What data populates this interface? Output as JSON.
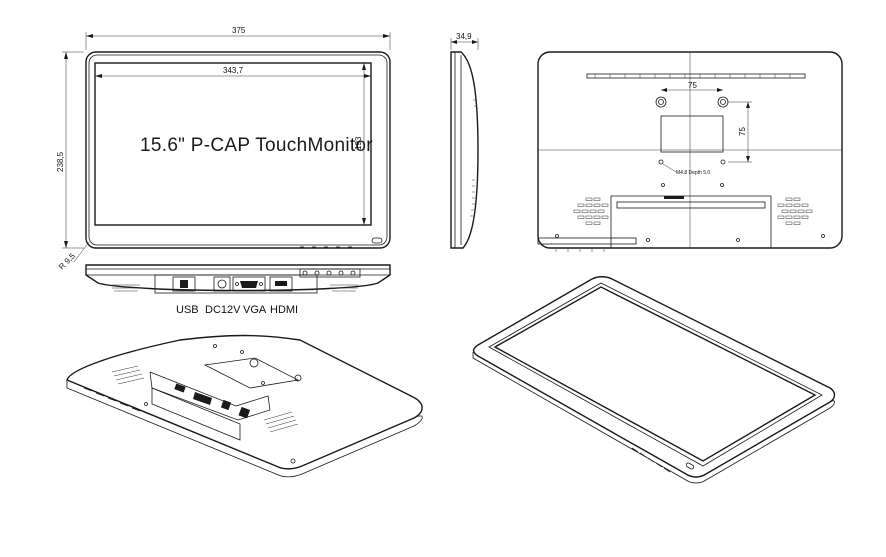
{
  "dimensions": {
    "front_width": "375",
    "screen_width": "343,7",
    "front_height": "238,5",
    "screen_height": "193",
    "depth": "34,9",
    "corner_radius": "R 9,5",
    "vesa_horizontal": "75",
    "vesa_vertical": "75"
  },
  "product_label": "15.6\" P-CAP TouchMonitor",
  "screw_note": "M4.8 Depth 5.0",
  "ports": {
    "usb": "USB",
    "dc": "DC12V",
    "vga": "VGA",
    "hdmi": "HDMI"
  }
}
